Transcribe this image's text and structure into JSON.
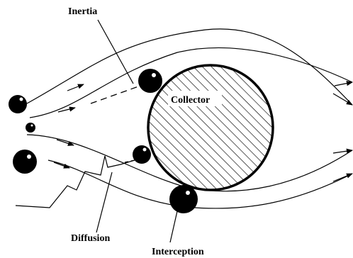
{
  "labels": {
    "inertia": "Inertia",
    "collector": "Collector",
    "diffusion": "Diffusion",
    "interception": "Interception"
  },
  "colors": {
    "ink": "#000000",
    "background": "#ffffff",
    "particle_highlight": "#ffffff"
  },
  "icons": {
    "collector": "hatched-circle",
    "particle": "filled-circle",
    "flow_direction": "arrowhead"
  }
}
